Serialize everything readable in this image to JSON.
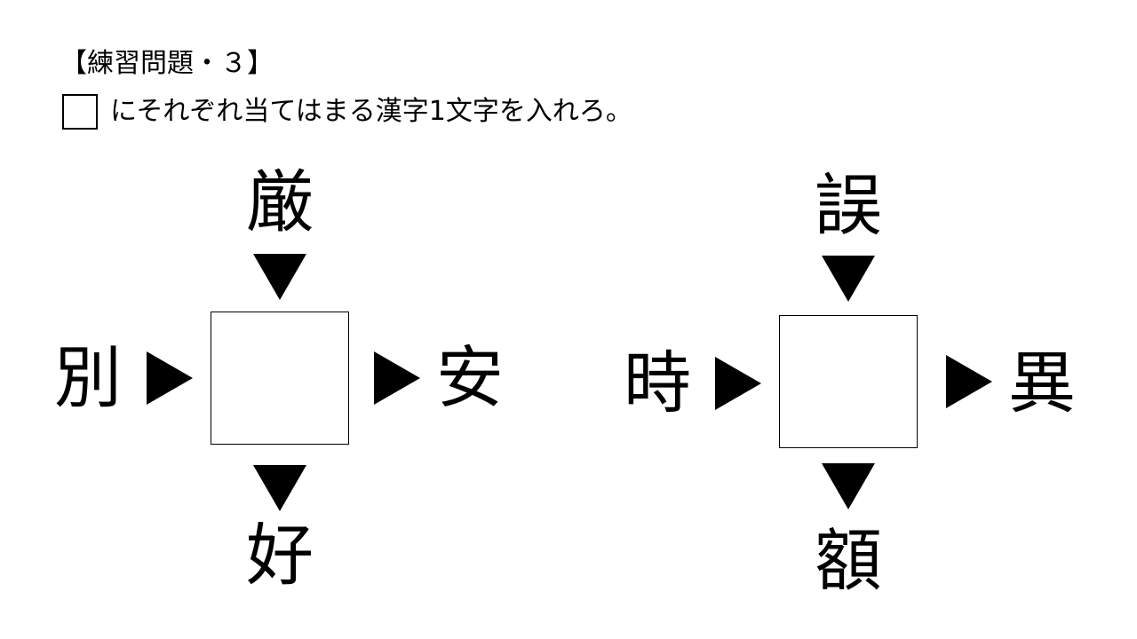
{
  "title": "【練習問題・３】",
  "instruction": "にそれぞれ当てはまる漢字1文字を入れろ。",
  "puzzles": [
    {
      "top": "厳",
      "left": "別",
      "right": "安",
      "bottom": "好",
      "answer": ""
    },
    {
      "top": "誤",
      "left": "時",
      "right": "異",
      "bottom": "額",
      "answer": ""
    }
  ]
}
